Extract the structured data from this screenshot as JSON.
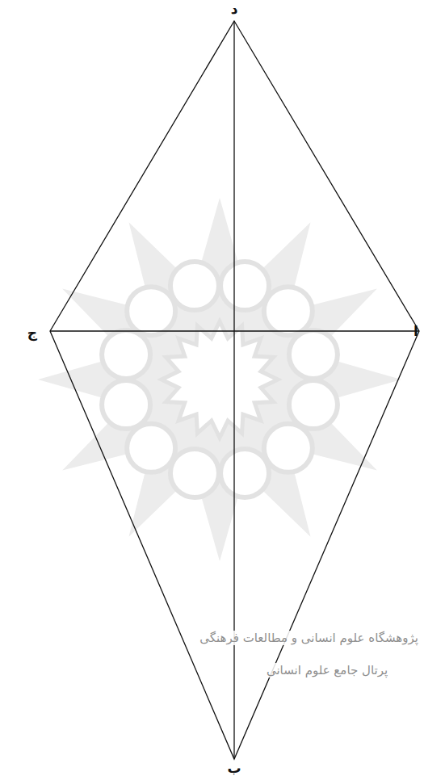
{
  "diagram": {
    "labels": [
      "د",
      "ج",
      "ا",
      "ب",
      "پژوهشگاه علوم انسانی و مطالعات فرهنگی",
      "پرتال جامع علوم انسانی"
    ]
  }
}
